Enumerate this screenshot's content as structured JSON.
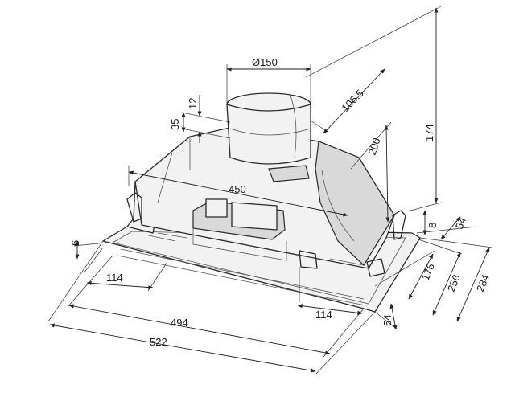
{
  "dimensions": {
    "d150": "Ø150",
    "d1065": "106.5",
    "d174": "174",
    "d12": "12",
    "d35": "35",
    "d200": "200",
    "d450": "450",
    "d8": "8",
    "d54_top": "54",
    "d6": "6",
    "d114_left": "114",
    "d176": "176",
    "d256": "256",
    "d284": "284",
    "d494": "494",
    "d114_bottom": "114",
    "d54_bottom": "54",
    "d522": "522"
  }
}
